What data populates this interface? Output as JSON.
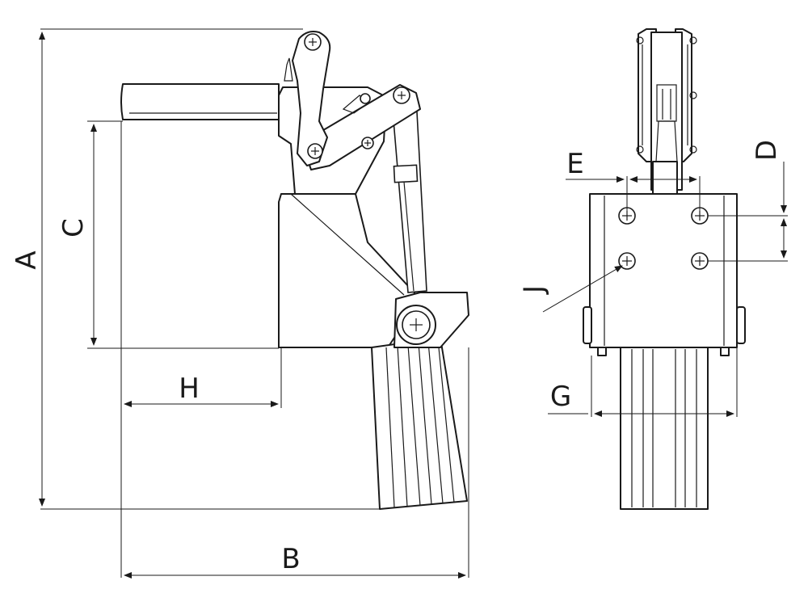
{
  "dimensions": {
    "A": "A",
    "B": "B",
    "C": "C",
    "H": "H",
    "E": "E",
    "D": "D",
    "J": "J",
    "G": "G"
  },
  "colors": {
    "line": "#1a1a1a",
    "background": "#ffffff"
  }
}
